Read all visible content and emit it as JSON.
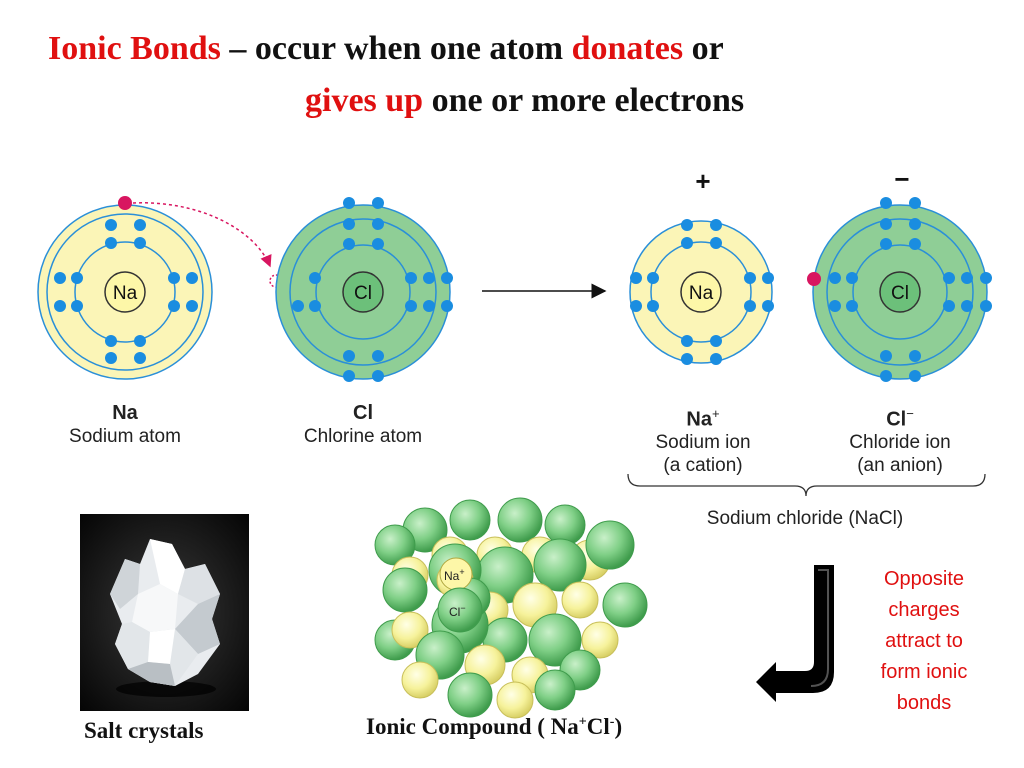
{
  "title": {
    "part1": "Ionic Bonds",
    "part2": " – occur when one atom ",
    "part3": "donates",
    "part4": " or",
    "part5": "gives up",
    "part6": " one or more electrons"
  },
  "atoms": {
    "na_atom": {
      "symbol": "Na",
      "name_line1": "Na",
      "name_line2": "Sodium atom"
    },
    "cl_atom": {
      "symbol": "Cl",
      "name_line1": "Cl",
      "name_line2": "Chlorine atom"
    },
    "na_ion": {
      "symbol": "Na",
      "charge": "+",
      "name_line1": "Na",
      "sup": "+",
      "name_line2": "Sodium ion",
      "name_line3": "(a cation)"
    },
    "cl_ion": {
      "symbol": "Cl",
      "charge": "−",
      "name_line1": "Cl",
      "sup": "−",
      "name_line2": "Chloride ion",
      "name_line3": "(an anion)"
    }
  },
  "compound_label": "Sodium chloride (NaCl)",
  "lattice_labels": {
    "na": "Na",
    "na_sup": "+",
    "cl": "Cl",
    "cl_sup": "−"
  },
  "salt_caption": "Salt crystals",
  "compound_caption": {
    "text": "Ionic Compound ( Na",
    "sup1": "+",
    "mid": "Cl",
    "sup2": "-",
    "end": ")"
  },
  "note_lines": [
    "Opposite",
    "charges",
    "attract to",
    "form ionic",
    "bonds"
  ],
  "colors": {
    "sodium_fill": "#fbf5b7",
    "chlorine_fill": "#8fce96",
    "electron": "#1a8de0",
    "donated_electron": "#d81660",
    "title_red": "#e01010"
  }
}
